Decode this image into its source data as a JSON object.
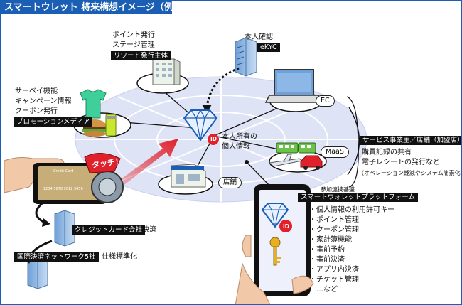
{
  "title": "スマートウレット 将来構想イメージ（例）",
  "reward": {
    "lines": [
      "ポイント発行",
      "ステージ管理"
    ],
    "label": "リワード発行主体"
  },
  "ekyc": {
    "line": "本人確認",
    "label": "eKYC"
  },
  "promo": {
    "lines": [
      "サーベイ機能",
      "キャンペーン情報",
      "クーポン発行"
    ],
    "label": "プロモーションメディア"
  },
  "ec": {
    "label": "EC"
  },
  "center": {
    "lines": [
      "本人所有の",
      "個人情報"
    ],
    "id_badge": "ID"
  },
  "maas": {
    "label": "MaaS"
  },
  "store": {
    "label": "店舗"
  },
  "service": {
    "label": "サービス事業主／店舗（加盟店）",
    "lines": [
      "購買記録の共有",
      "電子レシートの発行など"
    ],
    "note": "（オペレーション軽減やシステム簡素化）"
  },
  "touch": {
    "label": "タッチ！"
  },
  "card": {
    "name": "Credit Card",
    "number": "1234 5678 9012 3456"
  },
  "platform": {
    "caption": "参加連携基盤",
    "label": "スマートウォレットプラットフォーム",
    "items": [
      "・個人情報の利用許可キー",
      "・ポイント管理",
      "・クーポン管理",
      "・家計簿機能",
      "・事前予約",
      "・事前決済",
      "・アプリ内決済",
      "・チケット管理",
      "…など"
    ]
  },
  "credit": {
    "label": "クレジットカード会社",
    "action": "決済"
  },
  "network": {
    "label": "国際決済ネットワーク5社",
    "action": "仕様標準化"
  },
  "colors": {
    "brand": "#1a5fb4",
    "disk": "#dfe3f6",
    "grid": "#ffffff",
    "arrow": "#e0202a",
    "dark": "#111111"
  },
  "icons": [
    "diamond-icon",
    "building-icon",
    "laptop-icon",
    "shirt-icon",
    "burger-icon",
    "can-icon",
    "train-icon",
    "plane-icon",
    "car-icon",
    "shop-icon",
    "phone-icon",
    "hand-icon",
    "key-icon",
    "id-badge-icon",
    "card-terminal-icon"
  ]
}
